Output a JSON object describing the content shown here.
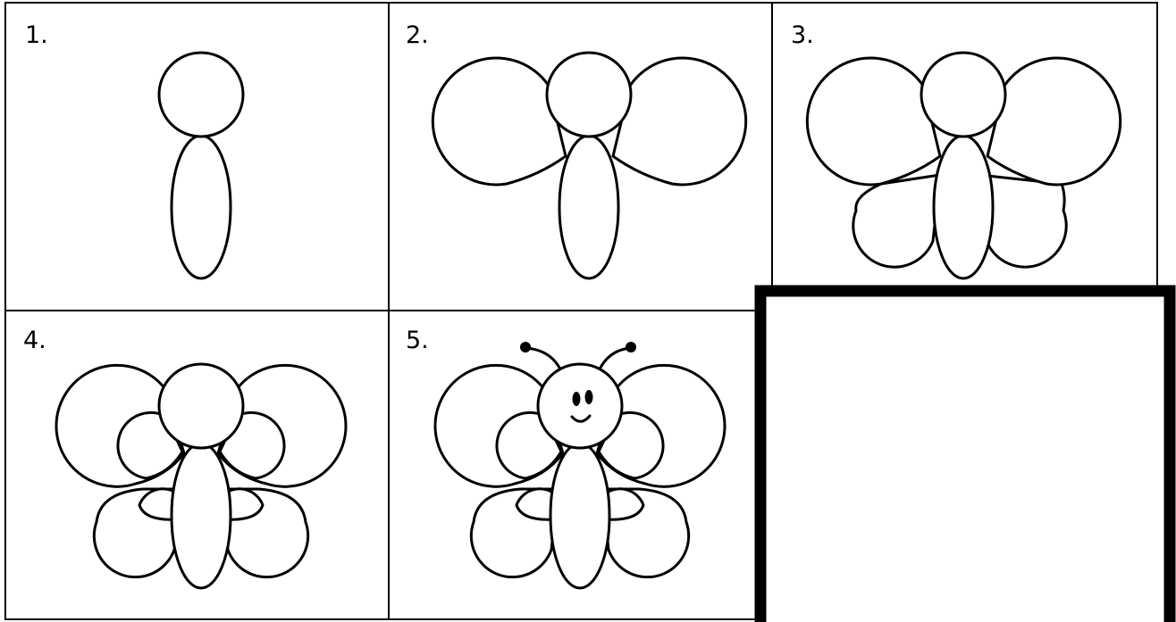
{
  "worksheet": {
    "steps": [
      {
        "label": "1."
      },
      {
        "label": "2."
      },
      {
        "label": "3."
      },
      {
        "label": "4."
      },
      {
        "label": "5."
      }
    ],
    "drawing_box": {
      "state": "empty"
    }
  }
}
